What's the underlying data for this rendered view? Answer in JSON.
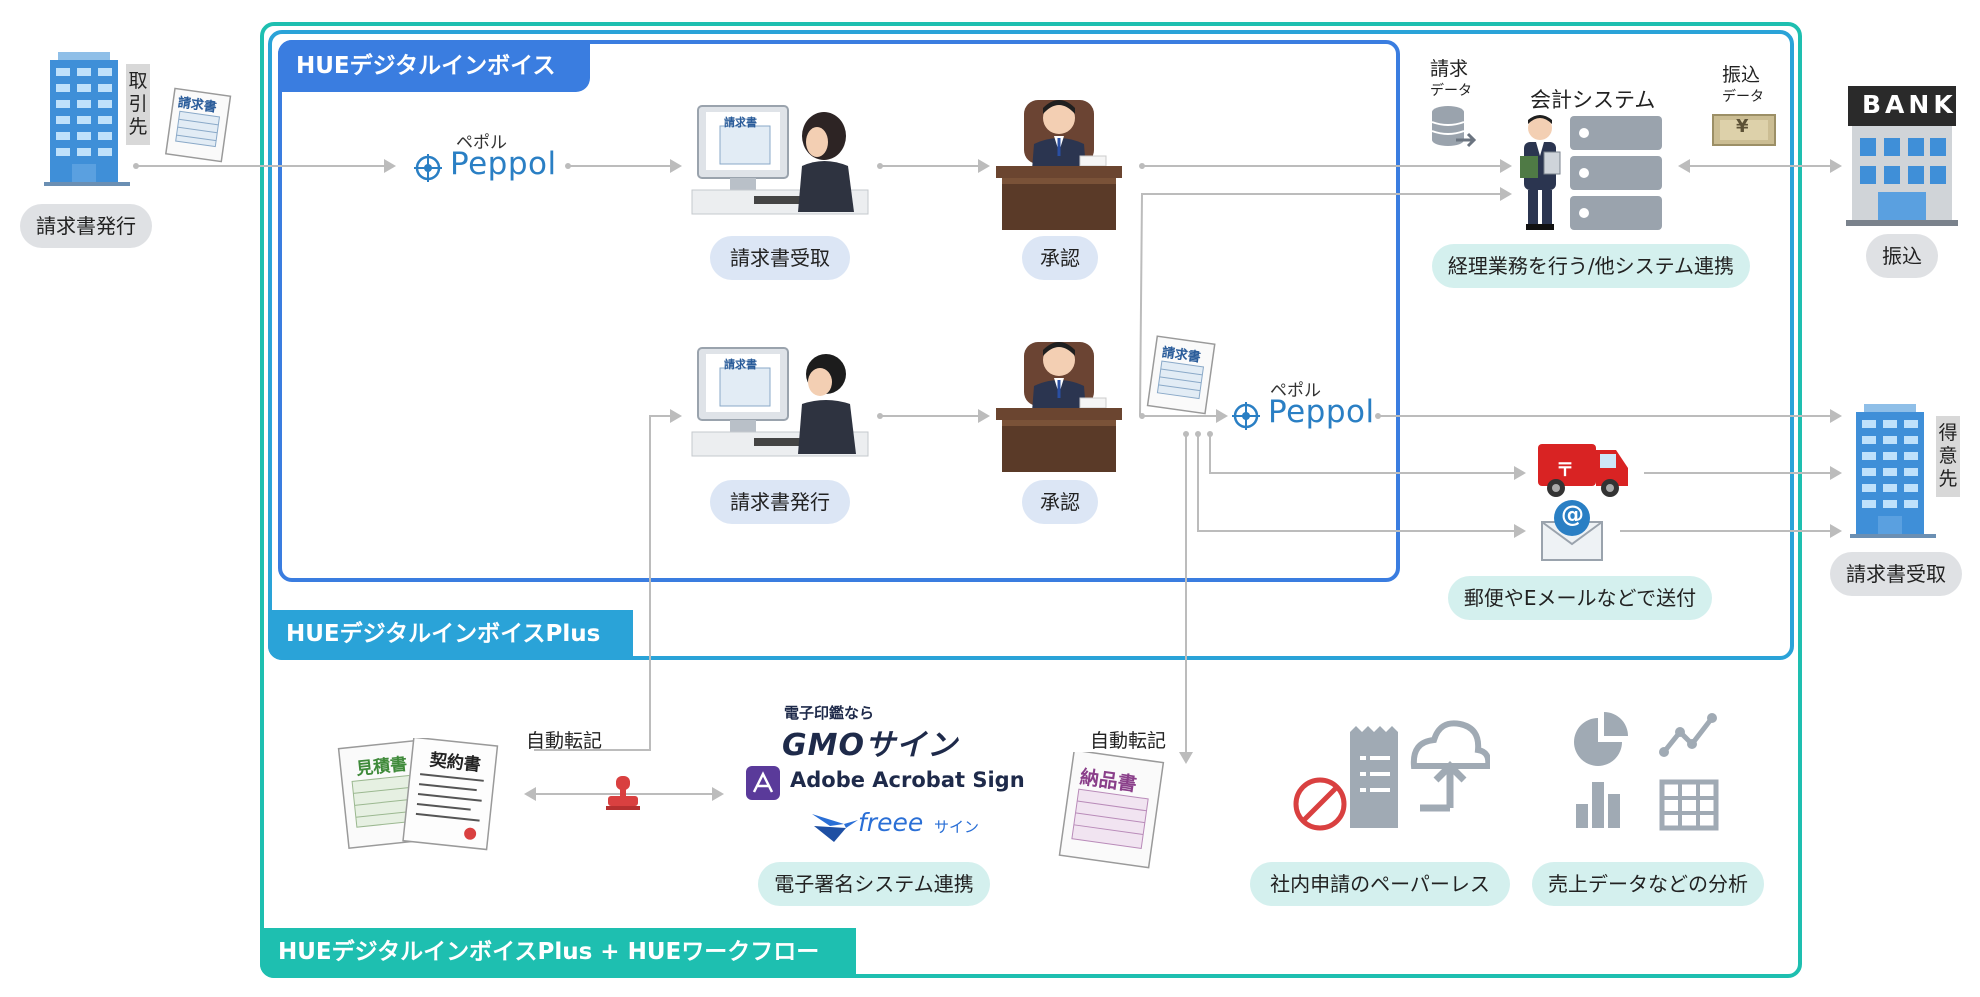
{
  "frames": {
    "outer_label": "HUEデジタルインボイスPlus + HUEワークフロー",
    "middle_label": "HUEデジタルインボイスPlus",
    "inner_label": "HUEデジタルインボイス"
  },
  "colors": {
    "teal": "#1ebfb0",
    "sky": "#2aa3d8",
    "blue": "#3a7de0",
    "line": "#bcbcbc"
  },
  "left": {
    "vertical_label": "取引先",
    "doc_title": "請求書",
    "pill": "請求書発行"
  },
  "receive_flow": {
    "peppol_kana": "ペポル",
    "peppol": "Peppol",
    "monitor_doc": "請求書",
    "pill_receive": "請求書受取",
    "pill_approve": "承認"
  },
  "issue_flow": {
    "monitor_doc": "請求書",
    "pill_issue": "請求書発行",
    "pill_approve": "承認",
    "doc_title": "請求書",
    "peppol_kana": "ペポル",
    "peppol": "Peppol"
  },
  "accounting": {
    "invoice_data_label": [
      "請求",
      "データ"
    ],
    "title": "会計システム",
    "transfer_data_label": [
      "振込",
      "データ"
    ],
    "yen_symbol": "¥",
    "pill": "経理業務を行う/他システム連携"
  },
  "bank": {
    "sign": "BANK",
    "pill": "振込"
  },
  "customer": {
    "vertical_label": "得意先",
    "pill": "請求書受取"
  },
  "delivery": {
    "pill": "郵便やEメールなどで送付",
    "mail_symbol": "@",
    "post_mark": "〒"
  },
  "workflow": {
    "auto_post_1": "自動転記",
    "auto_post_2": "自動転記",
    "doc_estimate": "見積書",
    "doc_contract": "契約書",
    "doc_delivery": "納品書",
    "gmo_small": "電子印鑑なら",
    "gmo_logo": "GMOサイン",
    "adobe_logo": "Adobe Acrobat Sign",
    "freee_logo": "freee",
    "freee_sign": "サイン",
    "pill_esign": "電子署名システム連携",
    "pill_paperless": "社内申請のペーパーレス",
    "pill_analysis": "売上データなどの分析"
  }
}
